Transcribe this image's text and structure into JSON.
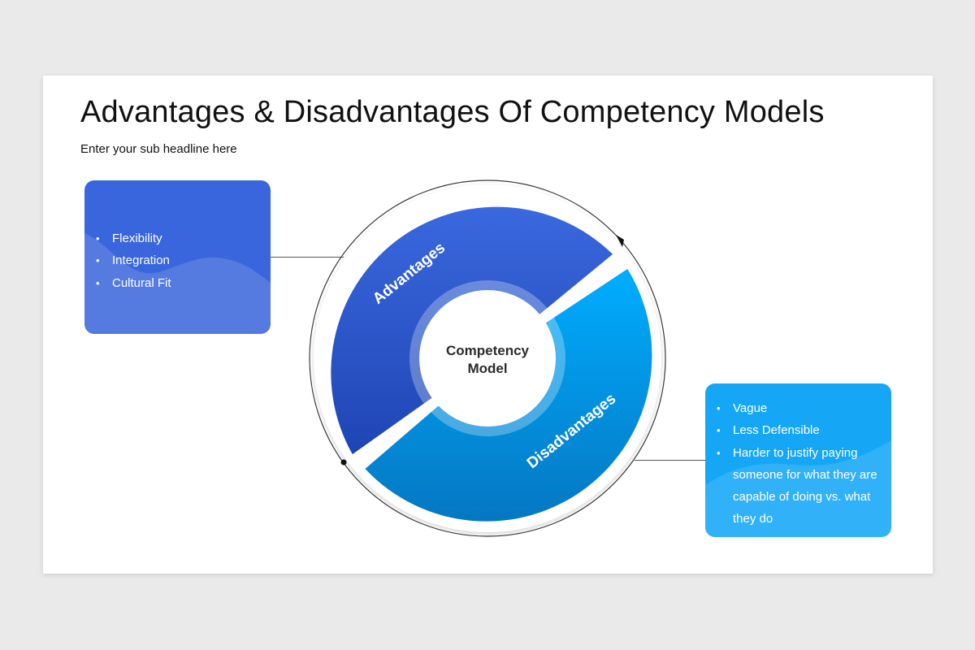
{
  "slide": {
    "title": "Advantages & Disadvantages Of Competency Models",
    "subtitle": "Enter your sub headline here"
  },
  "diagram": {
    "center_label_line1": "Competency",
    "center_label_line2": "Model",
    "segment_advantages": "Advantages",
    "segment_disadvantages": "Disadvantages"
  },
  "advantages": {
    "items": [
      "Flexibility",
      "Integration",
      "Cultural Fit"
    ]
  },
  "disadvantages": {
    "items": [
      "Vague",
      "Less Defensible",
      "Harder to justify paying someone for what they are capable of doing vs. what they do"
    ]
  },
  "colors": {
    "advantages": "#3562da",
    "disadvantages": "#0aa5f3",
    "background": "#ebeaeb"
  }
}
